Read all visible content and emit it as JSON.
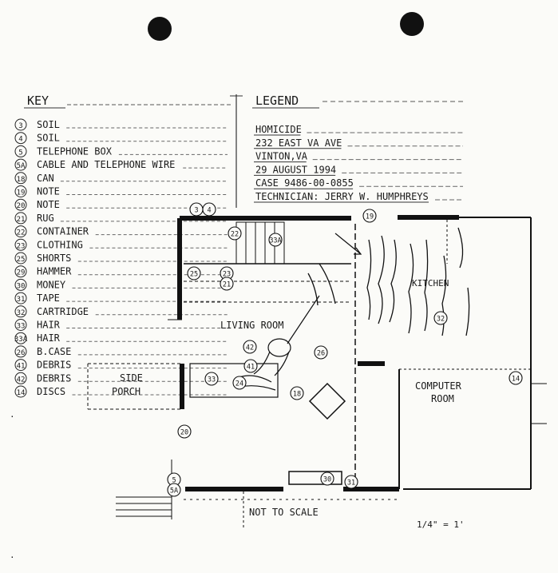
{
  "key": {
    "title": "KEY",
    "items": [
      {
        "num": "3",
        "label": "SOIL"
      },
      {
        "num": "4",
        "label": "SOIL"
      },
      {
        "num": "5",
        "label": "TELEPHONE BOX"
      },
      {
        "num": "5A",
        "label": "CABLE AND TELEPHONE WIRE"
      },
      {
        "num": "18",
        "label": "CAN"
      },
      {
        "num": "19",
        "label": "NOTE"
      },
      {
        "num": "20",
        "label": "NOTE"
      },
      {
        "num": "21",
        "label": "RUG"
      },
      {
        "num": "22",
        "label": "CONTAINER"
      },
      {
        "num": "23",
        "label": "CLOTHING"
      },
      {
        "num": "25",
        "label": "SHORTS"
      },
      {
        "num": "29",
        "label": "HAMMER"
      },
      {
        "num": "30",
        "label": "MONEY"
      },
      {
        "num": "31",
        "label": "TAPE"
      },
      {
        "num": "32",
        "label": "CARTRIDGE"
      },
      {
        "num": "33",
        "label": "HAIR"
      },
      {
        "num": "33A",
        "label": "HAIR"
      },
      {
        "num": "26",
        "label": "B.CASE"
      },
      {
        "num": "41",
        "label": "DEBRIS"
      },
      {
        "num": "42",
        "label": "DEBRIS"
      },
      {
        "num": "14",
        "label": "DISCS"
      }
    ]
  },
  "legend": {
    "title": "LEGEND",
    "lines": [
      "HOMICIDE",
      "232 EAST VA AVE",
      "VINTON,VA",
      "29 AUGUST 1994",
      "CASE 9486-00-0855",
      "TECHNICIAN: JERRY W. HUMPHREYS"
    ]
  },
  "rooms": {
    "living_room": "LIVING ROOM",
    "kitchen": "KITCHEN",
    "computer_room_1": "COMPUTER",
    "computer_room_2": "ROOM",
    "side_porch_1": "SIDE",
    "side_porch_2": "PORCH"
  },
  "markers": {
    "m3": "3",
    "m4": "4",
    "m19": "19",
    "m22": "22",
    "m33a": "33A",
    "m25": "25",
    "m23": "23",
    "m21": "21",
    "m42": "42",
    "m26": "26",
    "m41": "41",
    "m33": "33",
    "m24": "24",
    "m18": "18",
    "m20": "20",
    "m5": "5",
    "m5a": "5A",
    "m30": "30",
    "m31": "31",
    "m32": "32",
    "m14": "14"
  },
  "footer": {
    "not_to_scale": "NOT TO SCALE",
    "scale": "1/4\" = 1'"
  }
}
